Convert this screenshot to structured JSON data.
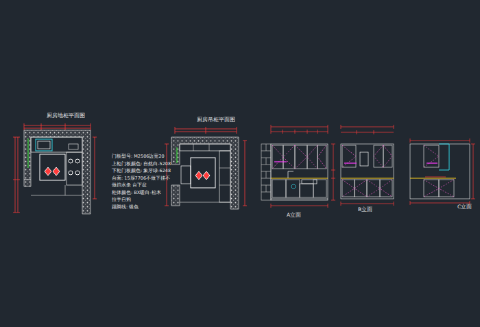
{
  "diagram": {
    "labels": [
      "厨房地柜平面图",
      "厨房吊柜平面图",
      "门板型号: M2506边宽20",
      "上柜门板颜色: 自然白-5208",
      "下柜门板颜色: 象牙绿-6248",
      "台面: 15厚7706不做下挂不",
      "做挡水条  台下盆",
      "柜体颜色: BX暖白-松木",
      "拉手自购",
      "踢脚线: 银色",
      "A立面",
      "B立面",
      "C立面"
    ]
  }
}
